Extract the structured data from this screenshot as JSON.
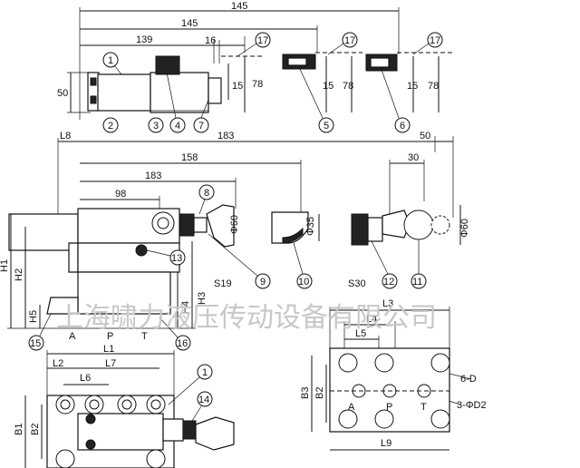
{
  "dims": {
    "d145a": "145",
    "d145b": "145",
    "d139": "139",
    "d16": "16",
    "d50v": "50",
    "d78a": "78",
    "d78b": "78",
    "d78c": "78",
    "d15a": "15",
    "d15b": "15",
    "d15c": "15",
    "L8": "L8",
    "d183a": "183",
    "d50h": "50",
    "d158": "158",
    "d183b": "183",
    "d98": "98",
    "d30": "30",
    "phi60a": "Φ60",
    "phi35": "Φ35",
    "phi60b": "Φ60",
    "H1": "H1",
    "H2": "H2",
    "H3": "H3",
    "H4": "H4",
    "H5": "H5",
    "S19": "S19",
    "S30": "S30",
    "L1": "L1",
    "L2": "L2",
    "L6": "L6",
    "L7": "L7",
    "B1": "B1",
    "B2": "B2",
    "B2b": "B2",
    "B3": "B3",
    "L3": "L3",
    "L4": "L4",
    "L5": "L5",
    "L9": "L9",
    "holes6D": "6-D",
    "holes3D2": "3-ΦD2"
  },
  "ports": {
    "A": "A",
    "P": "P",
    "T": "T",
    "A2": "A",
    "P2": "P",
    "T2": "T"
  },
  "balloons": {
    "b1": "1",
    "b2": "2",
    "b3": "3",
    "b4": "4",
    "b5": "5",
    "b6": "6",
    "b7": "7",
    "b8": "8",
    "b9": "9",
    "b10": "10",
    "b11": "11",
    "b12": "12",
    "b13": "13",
    "b14": "14",
    "b15": "15",
    "b16": "16",
    "b17a": "17",
    "b17b": "17",
    "b17c": "17",
    "b1b": "1"
  },
  "watermark": "上海啸力液压传动设备有限公司"
}
